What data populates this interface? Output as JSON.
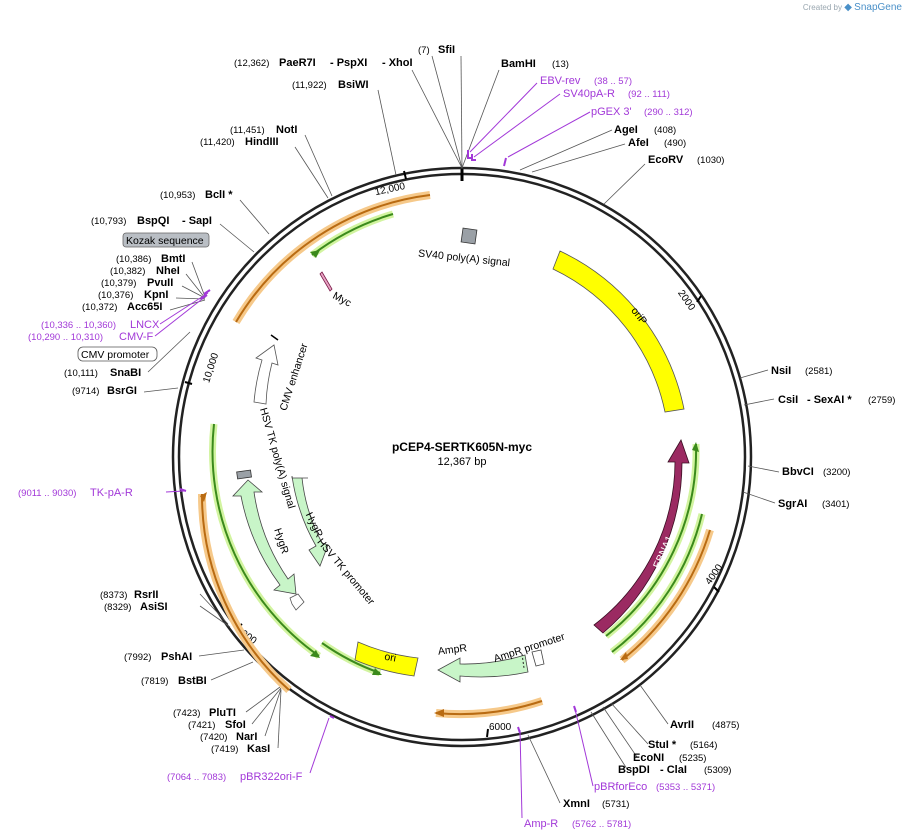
{
  "credit": {
    "prefix": "Created by",
    "brand": "SnapGene"
  },
  "plasmid": {
    "name": "pCEP4-SERTK605N-myc",
    "size": "12,367 bp"
  },
  "ticks": [
    "2000",
    "4000",
    "6000",
    "8000",
    "10,000",
    "12,000"
  ],
  "sites": [
    {
      "id": "sfii",
      "label": "SfiI",
      "pos": "(7)"
    },
    {
      "id": "bamhi",
      "label": "BamHI",
      "pos": "(13)"
    },
    {
      "id": "xhoi",
      "label": "- XhoI",
      "pos": ""
    },
    {
      "id": "pspxi",
      "label": "- PspXI",
      "pos": ""
    },
    {
      "id": "paer7i",
      "label": "PaeR7I",
      "pos": "(12,362)"
    },
    {
      "id": "bsiwi",
      "label": "BsiWI",
      "pos": "(11,922)"
    },
    {
      "id": "noti",
      "label": "NotI",
      "pos": "(11,451)"
    },
    {
      "id": "hindiii",
      "label": "HindIII",
      "pos": "(11,420)"
    },
    {
      "id": "bcli",
      "label": "BclI *",
      "pos": "(10,953)"
    },
    {
      "id": "bspqi",
      "label": "BspQI",
      "pos": "(10,793)"
    },
    {
      "id": "sapi",
      "label": "- SapI",
      "pos": ""
    },
    {
      "id": "bmti",
      "label": "BmtI",
      "pos": "(10,386)"
    },
    {
      "id": "nhei",
      "label": "NheI",
      "pos": "(10,382)"
    },
    {
      "id": "pvuii",
      "label": "PvuII",
      "pos": "(10,379)"
    },
    {
      "id": "kpni",
      "label": "KpnI",
      "pos": "(10,376)"
    },
    {
      "id": "acc65i",
      "label": "Acc65I",
      "pos": "(10,372)"
    },
    {
      "id": "snabi",
      "label": "SnaBI",
      "pos": "(10,111)"
    },
    {
      "id": "bsrgi",
      "label": "BsrGI",
      "pos": "(9714)"
    },
    {
      "id": "agei",
      "label": "AgeI",
      "pos": "(408)"
    },
    {
      "id": "afei",
      "label": "AfeI",
      "pos": "(490)"
    },
    {
      "id": "ecorv",
      "label": "EcoRV",
      "pos": "(1030)"
    },
    {
      "id": "nsii",
      "label": "NsiI",
      "pos": "(2581)"
    },
    {
      "id": "csii",
      "label": "CsiI",
      "pos": ""
    },
    {
      "id": "sexai",
      "label": "- SexAI *",
      "pos": "(2759)"
    },
    {
      "id": "bbvci",
      "label": "BbvCI",
      "pos": "(3200)"
    },
    {
      "id": "sgrai",
      "label": "SgrAI",
      "pos": "(3401)"
    },
    {
      "id": "avrii",
      "label": "AvrII",
      "pos": "(4875)"
    },
    {
      "id": "stui",
      "label": "StuI *",
      "pos": "(5164)"
    },
    {
      "id": "econi",
      "label": "EcoNI",
      "pos": "(5235)"
    },
    {
      "id": "bspdi",
      "label": "BspDI",
      "pos": ""
    },
    {
      "id": "clai",
      "label": "- ClaI",
      "pos": "(5309)"
    },
    {
      "id": "xmni",
      "label": "XmnI",
      "pos": "(5731)"
    },
    {
      "id": "rsrii",
      "label": "RsrII",
      "pos": "(8373)"
    },
    {
      "id": "asisi",
      "label": "AsiSI",
      "pos": "(8329)"
    },
    {
      "id": "pshai",
      "label": "PshAI",
      "pos": "(7992)"
    },
    {
      "id": "bstbi",
      "label": "BstBI",
      "pos": "(7819)"
    },
    {
      "id": "pluti",
      "label": "PluTI",
      "pos": "(7423)"
    },
    {
      "id": "sfoi",
      "label": "SfoI",
      "pos": "(7421)"
    },
    {
      "id": "nari",
      "label": "NarI",
      "pos": "(7420)"
    },
    {
      "id": "kasi",
      "label": "KasI",
      "pos": "(7419)"
    }
  ],
  "primers": [
    {
      "id": "ebvrev",
      "label": "EBV-rev",
      "pos": "(38 .. 57)"
    },
    {
      "id": "sv40par",
      "label": "SV40pA-R",
      "pos": "(92 .. 111)"
    },
    {
      "id": "pgex3",
      "label": "pGEX 3'",
      "pos": "(290 .. 312)"
    },
    {
      "id": "lncx",
      "label": "LNCX",
      "pos": "(10,336 .. 10,360)"
    },
    {
      "id": "cmvf",
      "label": "CMV-F",
      "pos": "(10,290 .. 10,310)"
    },
    {
      "id": "tkpar",
      "label": "TK-pA-R",
      "pos": "(9011 .. 9030)"
    },
    {
      "id": "pbr322orif",
      "label": "pBR322ori-F",
      "pos": "(7064 .. 7083)"
    },
    {
      "id": "pbrforeco",
      "label": "pBRforEco",
      "pos": "(5353 .. 5371)"
    },
    {
      "id": "ampr_primer",
      "label": "Amp-R",
      "pos": "(5762 .. 5781)"
    }
  ],
  "boxed": [
    {
      "id": "kozak",
      "label": "Kozak sequence"
    },
    {
      "id": "cmvpromoter",
      "label": "CMV promoter"
    }
  ],
  "features": [
    {
      "id": "sv40polya",
      "label": "SV40 poly(A) signal"
    },
    {
      "id": "myc",
      "label": "Myc"
    },
    {
      "id": "orip",
      "label": "oriP"
    },
    {
      "id": "ebna1",
      "label": "EBNA1"
    },
    {
      "id": "cmvenhancer",
      "label": "CMV enhancer"
    },
    {
      "id": "hsvtkpolya",
      "label": "HSV TK poly(A) signal"
    },
    {
      "id": "hygr1",
      "label": "HygR"
    },
    {
      "id": "hygr2",
      "label": "HygR"
    },
    {
      "id": "hsvtkpromoter",
      "label": "HSV TK promoter"
    },
    {
      "id": "ori",
      "label": "ori"
    },
    {
      "id": "ampr",
      "label": "AmpR"
    },
    {
      "id": "amprpromoter",
      "label": "AmpR promoter"
    }
  ],
  "colors": {
    "backbone": "#222222",
    "orip": "#ffff00",
    "ebna1": "#9b2a62",
    "marker": "#c8f5c8",
    "origin": "#ffff00",
    "primer": "#a238d8",
    "gene_track": "#3b8a1c",
    "gene_glow": "#d2f4a0",
    "orf_track": "#b96b12",
    "orf_glow": "#f6c98a",
    "polya": "#9aa0a6"
  }
}
